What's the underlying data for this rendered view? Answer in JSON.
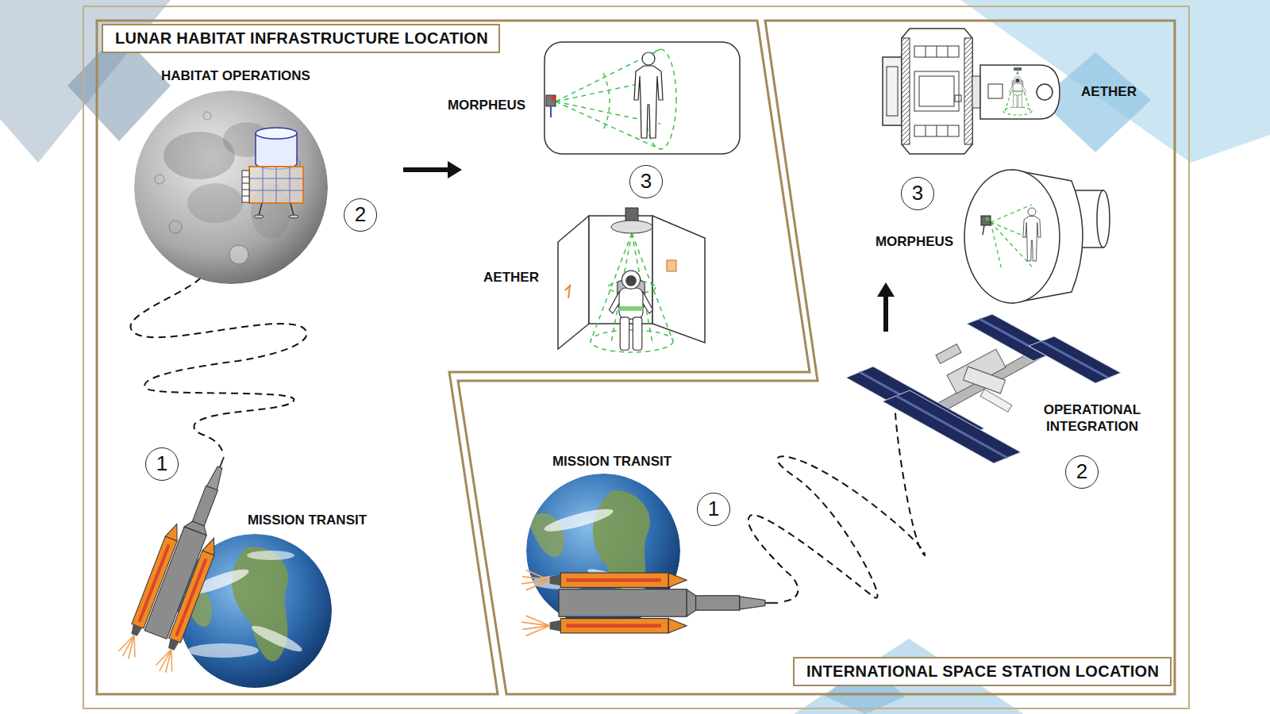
{
  "diagram": {
    "nodes": [
      {
        "text": [
          "LUNAR HABITAT INFRASTRUCTURE LOCATION"
        ]
      },
      {
        "text": [
          "2"
        ]
      },
      {
        "text": [
          "3"
        ]
      },
      {
        "text": [
          "1"
        ]
      },
      {
        "text": [
          "3"
        ]
      },
      {
        "text": [
          "2"
        ]
      },
      {
        "text": [
          "1"
        ]
      },
      {
        "text": [
          "INTERNATIONAL SPACE STATION LOCATION"
        ]
      }
    ],
    "labels": [
      "HABITAT OPERATIONS",
      "MORPHEUS",
      "AETHER",
      "MISSION TRANSIT",
      "AETHER",
      "MORPHEUS",
      "OPERATIONAL INTEGRATION",
      "MISSION TRANSIT"
    ]
  }
}
